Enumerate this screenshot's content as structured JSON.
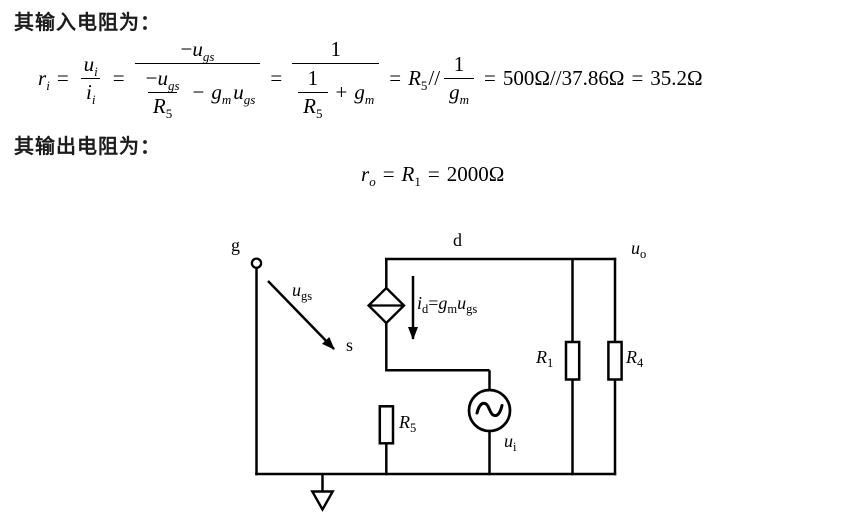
{
  "headings": {
    "input_label": "其输入电阻为：",
    "output_label": "其输出电阻为："
  },
  "formulas": {
    "input": {
      "lhs_base": "r",
      "lhs_sub": "i",
      "eq": "=",
      "frac_ui": {
        "num_base": "u",
        "num_sub": "i",
        "den_base": "i",
        "den_sub": "i"
      },
      "frac_main": {
        "num_minus": "−",
        "num_base": "u",
        "num_sub": "gs",
        "inner_num_minus": "−",
        "inner_num_base": "u",
        "inner_num_sub": "gs",
        "inner_den_base": "R",
        "inner_den_sub": "5",
        "minus": "−",
        "g_base": "g",
        "g_sub": "m",
        "u_base": "u",
        "u_sub": "gs"
      },
      "frac_cond": {
        "num": "1",
        "inner_num": "1",
        "inner_den_base": "R",
        "inner_den_sub": "5",
        "plus": "+",
        "g_base": "g",
        "g_sub": "m"
      },
      "r5_base": "R",
      "r5_sub": "5",
      "parallel": "//",
      "frac_gm": {
        "num": "1",
        "den_base": "g",
        "den_sub": "m"
      },
      "numeric": "500Ω//37.86Ω",
      "result": "35.2Ω"
    },
    "output": {
      "lhs_base": "r",
      "lhs_sub": "o",
      "eq": "=",
      "r_base": "R",
      "r_sub": "1",
      "value": "2000Ω"
    }
  },
  "circuit": {
    "gate": "g",
    "drain": "d",
    "source": "s",
    "ugs_base": "u",
    "ugs_sub": "gs",
    "id_i": "i",
    "id_d": "d",
    "id_eq": "=",
    "id_g": "g",
    "id_m": "m",
    "id_u": "u",
    "id_gs": "gs",
    "uo_base": "u",
    "uo_sub": "o",
    "r1_base": "R",
    "r1_sub": "1",
    "r4_base": "R",
    "r4_sub": "4",
    "r5_base": "R",
    "r5_sub": "5",
    "ui_base": "u",
    "ui_sub": "i",
    "line_color": "#000000"
  }
}
